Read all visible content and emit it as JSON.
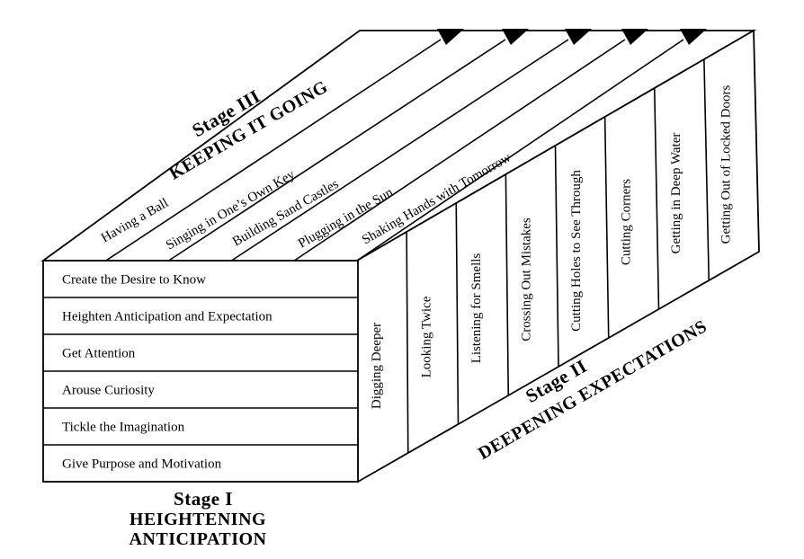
{
  "stage1": {
    "title": "Stage I",
    "line1": "HEIGHTENING",
    "line2": "ANTICIPATION",
    "items": [
      "Create the Desire to Know",
      "Heighten Anticipation and Expectation",
      "Get Attention",
      "Arouse Curiosity",
      "Tickle the Imagination",
      "Give Purpose and Motivation"
    ]
  },
  "stage2": {
    "title": "Stage II",
    "subtitle": "DEEPENING EXPECTATIONS",
    "items": [
      "Digging Deeper",
      "Looking Twice",
      "Listening for Smells",
      "Crossing Out Mistakes",
      "Cutting Holes to See Through",
      "Cutting Corners",
      "Getting in Deep Water",
      "Getting Out of Locked Doors"
    ]
  },
  "stage3": {
    "title": "Stage III",
    "subtitle": "KEEPING IT GOING",
    "items": [
      "Having a Ball",
      "Singing in One’s Own Key",
      "Building Sand Castles",
      "Plugging in the Sun",
      "Shaking Hands with Tomorrow"
    ]
  }
}
